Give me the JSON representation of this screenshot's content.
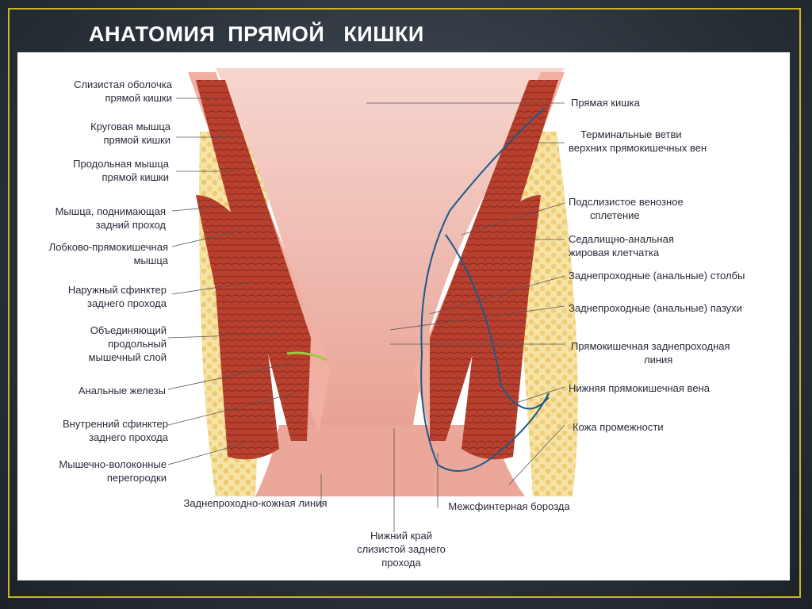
{
  "slide": {
    "title": "АНАТОМИЯ  ПРЯМОЙ   КИШКИ"
  },
  "colors": {
    "background": "#2a323a",
    "frame": "#c9b52a",
    "muscle": "#b7412f",
    "mucosa": "#e8a094",
    "fat": "#f3d98a",
    "veins": "#1a5a8a"
  },
  "labels_left": [
    [
      "Слизистая оболочка",
      "прямой кишки"
    ],
    [
      "Круговая мышца",
      "прямой кишки"
    ],
    [
      "Продольная мышца",
      "прямой кишки"
    ],
    [
      "Мышца, поднимающая",
      "задний проход"
    ],
    [
      "Лобково-прямокишечная",
      "мышца"
    ],
    [
      "Наружный сфинктер",
      "заднего прохода"
    ],
    [
      "Объединяющий",
      "продольный",
      "мышечный слой"
    ],
    [
      "Анальные железы"
    ],
    [
      "Внутренний сфинктер",
      "заднего прохода"
    ],
    [
      "Мышечно-волоконные",
      "перегородки"
    ]
  ],
  "labels_right": [
    [
      "Прямая кишка"
    ],
    [
      "Терминальные ветви",
      "верхних прямокишечных вен"
    ],
    [
      "Подслизистое венозное",
      "сплетение"
    ],
    [
      "Седалищно-анальная",
      "жировая клетчатка"
    ],
    [
      "Заднепроходные (анальные) столбы"
    ],
    [
      "Заднепроходные (анальные) пазухи"
    ],
    [
      "Прямокишечная заднепроходная",
      "линия"
    ],
    [
      "Нижняя прямокишечная вена"
    ],
    [
      "Кожа промежности"
    ]
  ],
  "labels_bottom": [
    [
      "Заднепроходно-кожная линия"
    ],
    [
      "Межсфинтерная борозда"
    ],
    [
      "Нижний край",
      "слизистой заднего",
      "прохода"
    ]
  ]
}
